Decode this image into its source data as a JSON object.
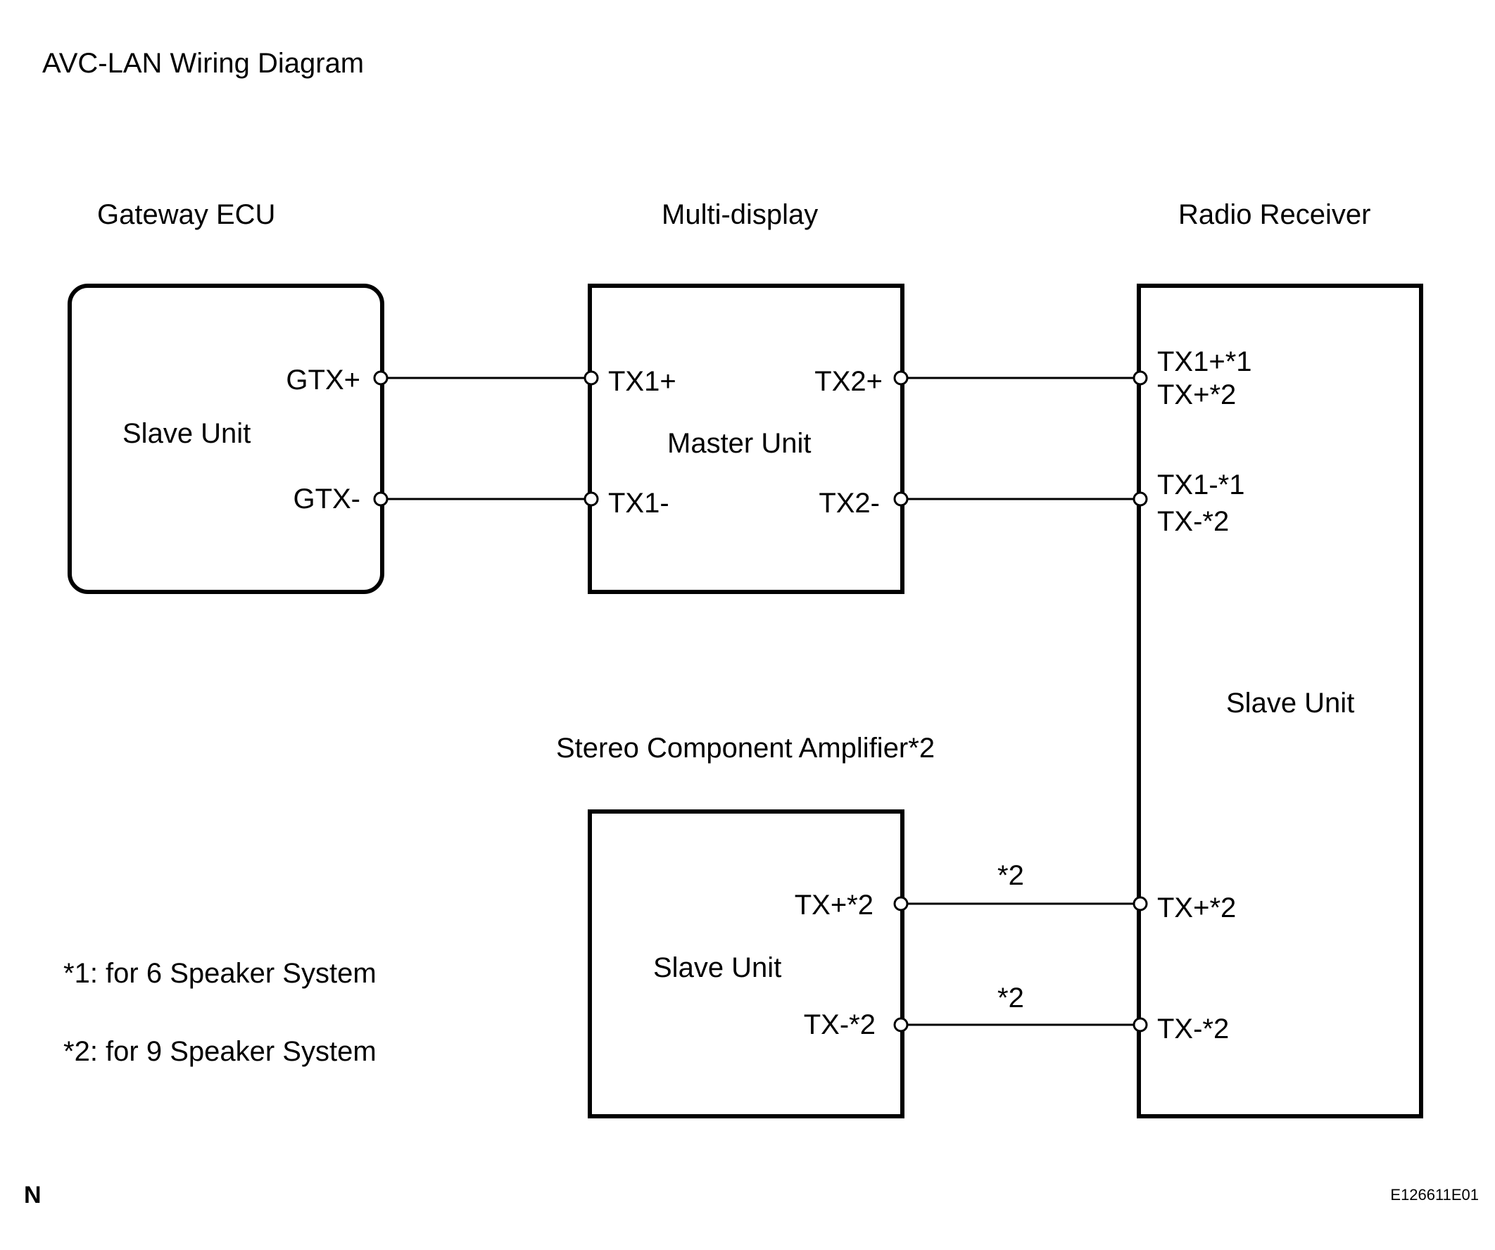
{
  "title": "AVC-LAN Wiring Diagram",
  "components": {
    "gateway": {
      "name": "Gateway ECU",
      "unit": "Slave Unit",
      "pin_plus": "GTX+",
      "pin_minus": "GTX-"
    },
    "multidisplay": {
      "name": "Multi-display",
      "unit": "Master Unit",
      "pin_tx1_plus": "TX1+",
      "pin_tx1_minus": "TX1-",
      "pin_tx2_plus": "TX2+",
      "pin_tx2_minus": "TX2-"
    },
    "radio": {
      "name": "Radio Receiver",
      "unit": "Slave Unit",
      "pin_plus_a": "TX1+*1",
      "pin_plus_b": "TX+*2",
      "pin_minus_a": "TX1-*1",
      "pin_minus_b": "TX-*2",
      "pin_amp_plus": "TX+*2",
      "pin_amp_minus": "TX-*2"
    },
    "amplifier": {
      "name": "Stereo Component Amplifier*2",
      "unit": "Slave Unit",
      "pin_plus": "TX+*2",
      "pin_minus": "TX-*2"
    }
  },
  "wire_labels": {
    "amp_plus": "*2",
    "amp_minus": "*2"
  },
  "notes": {
    "note1": "*1: for 6 Speaker System",
    "note2": "*2: for 9 Speaker System"
  },
  "corner_mark": "N",
  "figure_code": "E126611E01"
}
